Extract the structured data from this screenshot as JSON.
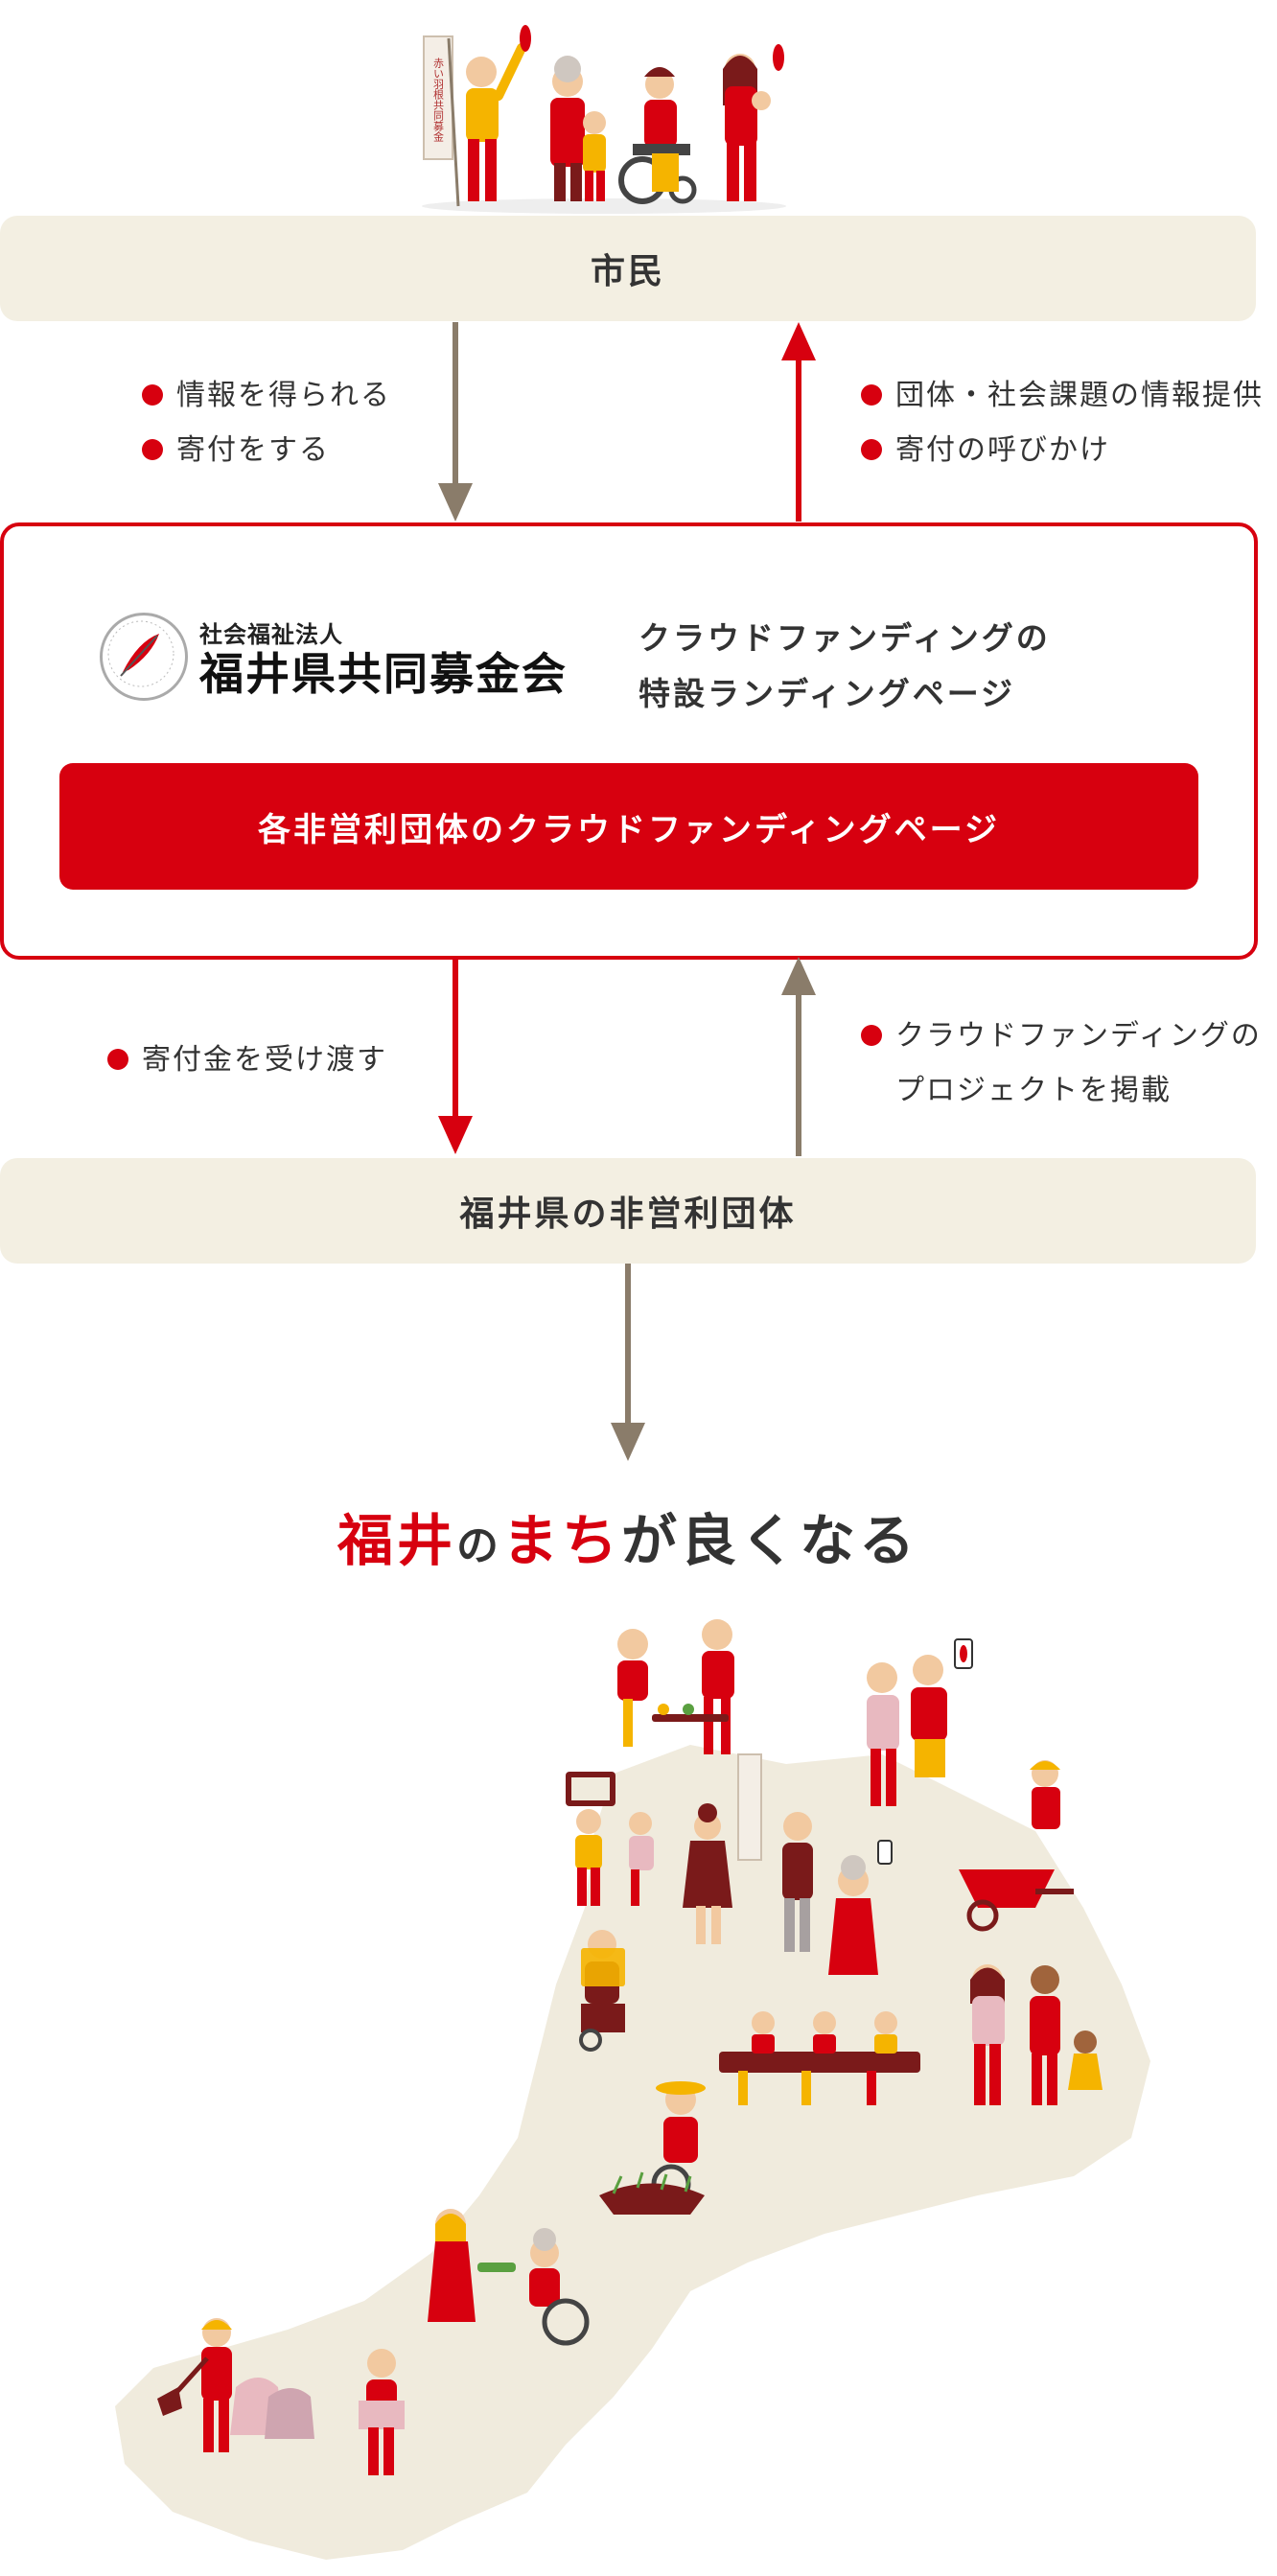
{
  "citizens": {
    "label": "市民"
  },
  "left_top_bullets": [
    "情報を得られる",
    "寄付をする"
  ],
  "right_top_bullets": [
    "団体・社会課題の情報提供",
    "寄付の呼びかけ"
  ],
  "logo": {
    "sub": "社会福祉法人",
    "main": "福井県共同募金会"
  },
  "landing": {
    "line1": "クラウドファンディングの",
    "line2": "特設ランディングページ"
  },
  "org_button": {
    "label": "各非営利団体のクラウドファンディングページ"
  },
  "left_bottom_bullets": [
    "寄付金を受け渡す"
  ],
  "right_bottom_bullets": {
    "line1": "クラウドファンディングの",
    "line2": "プロジェクトを掲載"
  },
  "npo": {
    "label": "福井県の非営利団体"
  },
  "headline": {
    "part1": "福井",
    "part2": "の",
    "part3": "まち",
    "part4": "が良くなる"
  },
  "sign_text": "赤い羽根共同募金",
  "colors": {
    "brand_red": "#d7000f",
    "beige": "#f3efe2",
    "arrow_gray": "#8a7c6a",
    "yellow": "#f5b400"
  }
}
